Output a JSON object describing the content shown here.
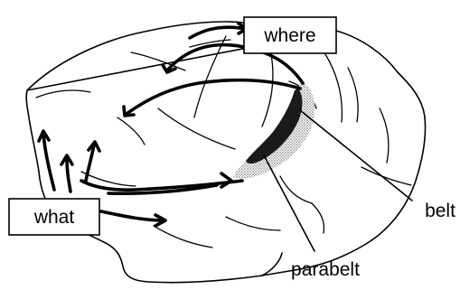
{
  "labels": {
    "where": "where",
    "what": "what",
    "belt": "belt",
    "parabelt": "parabelt"
  },
  "colors": {
    "ink": "#000000",
    "parabelt_fill": "#c8c8c8",
    "belt_fill": "#1a1a1a",
    "background": "#ffffff"
  }
}
